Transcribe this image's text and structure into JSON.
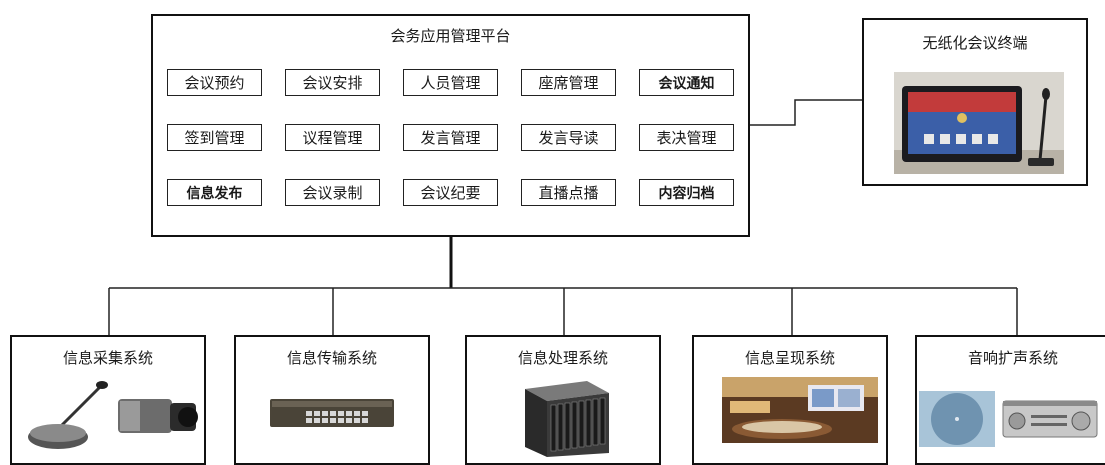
{
  "platform": {
    "title": "会务应用管理平台",
    "modules": [
      {
        "label": "会议预约",
        "bold": false
      },
      {
        "label": "会议安排",
        "bold": false
      },
      {
        "label": "人员管理",
        "bold": false
      },
      {
        "label": "座席管理",
        "bold": false
      },
      {
        "label": "会议通知",
        "bold": true
      },
      {
        "label": "签到管理",
        "bold": false
      },
      {
        "label": "议程管理",
        "bold": false
      },
      {
        "label": "发言管理",
        "bold": false
      },
      {
        "label": "发言导读",
        "bold": false
      },
      {
        "label": "表决管理",
        "bold": false
      },
      {
        "label": "信息发布",
        "bold": true
      },
      {
        "label": "会议录制",
        "bold": false
      },
      {
        "label": "会议纪要",
        "bold": false
      },
      {
        "label": "直播点播",
        "bold": false
      },
      {
        "label": "内容归档",
        "bold": true
      }
    ]
  },
  "terminal": {
    "title": "无纸化会议终端",
    "image": "tablet-with-microphone-photo"
  },
  "subsystems": [
    {
      "title": "信息采集系统",
      "image": "microphone-and-camera-photo"
    },
    {
      "title": "信息传输系统",
      "image": "network-switch-photo"
    },
    {
      "title": "信息处理系统",
      "image": "server-chassis-photo"
    },
    {
      "title": "信息呈现系统",
      "image": "conference-room-display-photo"
    },
    {
      "title": "音响扩声系统",
      "image": "ceiling-speaker-and-amplifier-photo"
    }
  ]
}
